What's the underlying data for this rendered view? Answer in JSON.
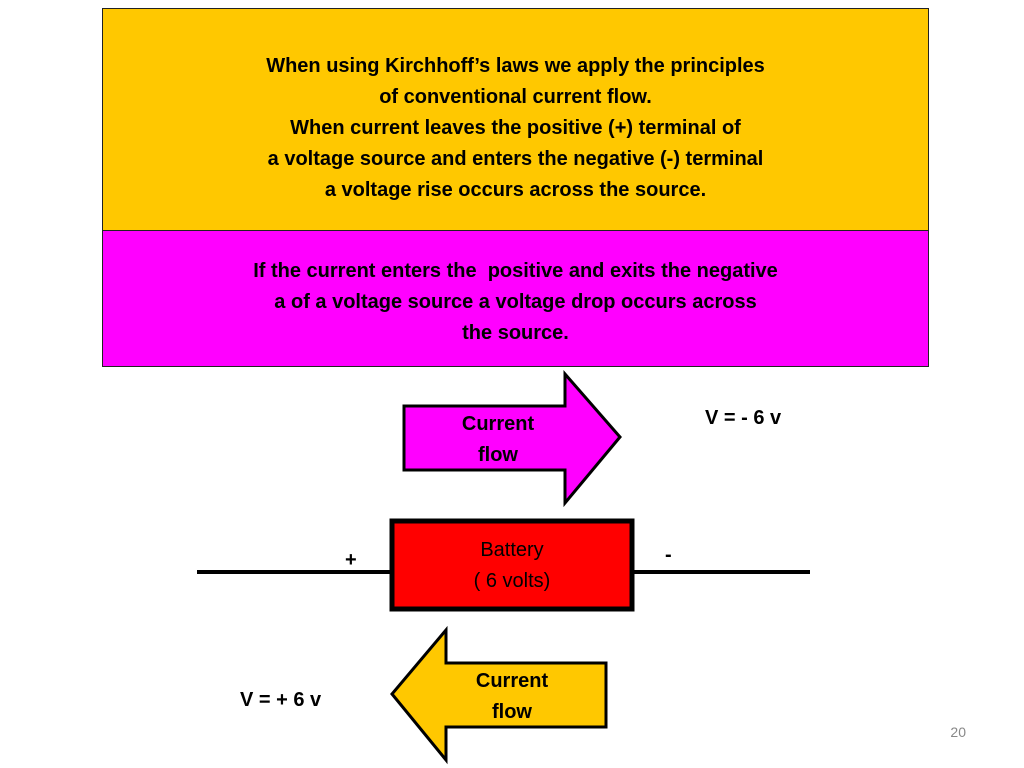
{
  "top_box": {
    "lines": [
      "When using Kirchhoff’s laws we apply the principles",
      "of conventional current flow.",
      "When current leaves the positive (+) terminal of",
      "a voltage source and enters the negative (-) terminal",
      "a voltage rise occurs across the source."
    ],
    "color": "#FFC800"
  },
  "bottom_box": {
    "lines": [
      "If the current enters the  positive and exits the negative",
      "a of a voltage source a voltage drop occurs across",
      "the source."
    ],
    "color": "#FF00FF"
  },
  "diagram": {
    "arrow_right": {
      "line1": "Current",
      "line2": "flow",
      "color": "#FF00FF",
      "direction": "right"
    },
    "arrow_left": {
      "line1": "Current",
      "line2": "flow",
      "color": "#FFC800",
      "direction": "left"
    },
    "battery": {
      "line1": "Battery",
      "line2": "( 6 volts)",
      "color": "#FF0000"
    },
    "plus_label": "+",
    "minus_label": "-",
    "voltage_drop_label": "V = - 6 v",
    "voltage_rise_label": "V = + 6 v"
  },
  "slide_number": "20"
}
